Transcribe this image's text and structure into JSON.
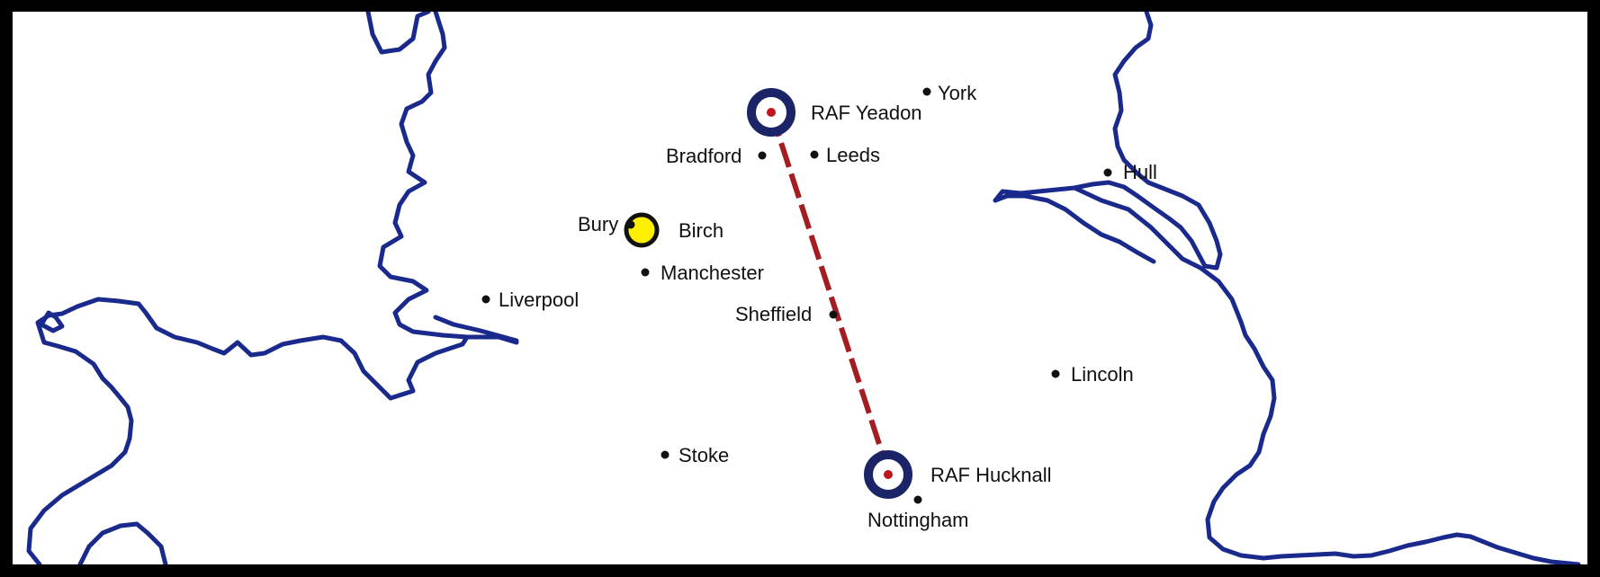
{
  "colors": {
    "coastline": "#1a2a8c",
    "route": "#a31d22",
    "roundel_outer": "#1b2467",
    "roundel_center": "#c0161e",
    "highlight_fill": "#ffef00",
    "town_dot": "#111111",
    "background": "#ffffff",
    "frame": "#000000"
  },
  "map": {
    "route": {
      "from": "RAF Yeadon",
      "to": "RAF Hucknall",
      "style": "dashed"
    },
    "airfields": [
      {
        "name": "RAF Yeadon",
        "symbol": "raf-roundel-icon"
      },
      {
        "name": "RAF Hucknall",
        "symbol": "raf-roundel-icon"
      }
    ],
    "highlight": {
      "name": "Birch",
      "symbol": "yellow-circle-icon"
    },
    "towns": [
      {
        "name": "York"
      },
      {
        "name": "Bradford"
      },
      {
        "name": "Leeds"
      },
      {
        "name": "Hull"
      },
      {
        "name": "Bury"
      },
      {
        "name": "Manchester"
      },
      {
        "name": "Liverpool"
      },
      {
        "name": "Sheffield"
      },
      {
        "name": "Lincoln"
      },
      {
        "name": "Stoke"
      },
      {
        "name": "Nottingham"
      }
    ]
  }
}
